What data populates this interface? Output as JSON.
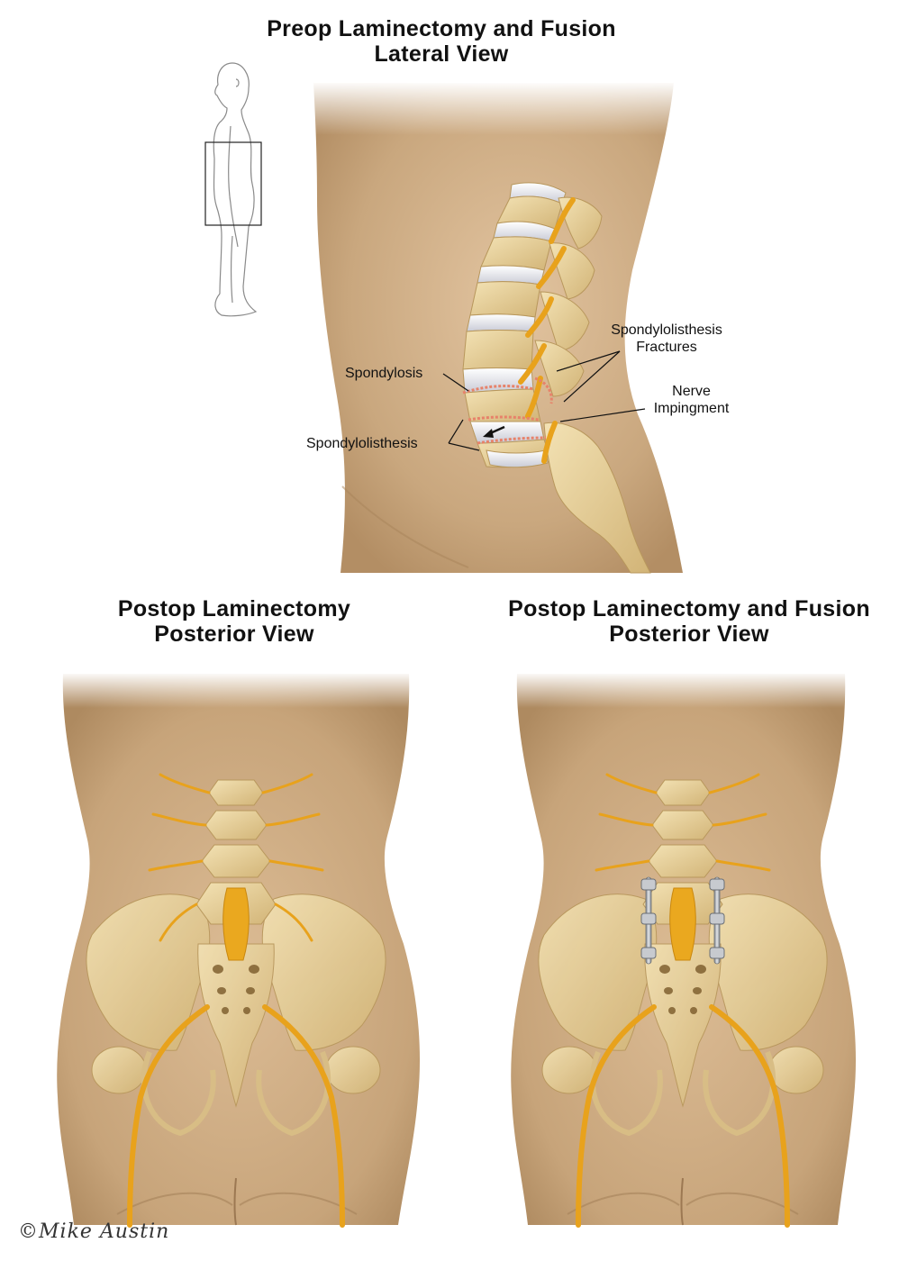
{
  "top_title": {
    "line1": "Preop Laminectomy and Fusion",
    "line2": "Lateral View"
  },
  "left_title": {
    "line1": "Postop Laminectomy",
    "line2": "Posterior View"
  },
  "right_title": {
    "line1": "Postop Laminectomy and Fusion",
    "line2": "Posterior View"
  },
  "labels": {
    "spondylosis": "Spondylosis",
    "spondylolisthesis": "Spondylolisthesis",
    "fractures_line1": "Spondylolisthesis",
    "fractures_line2": "Fractures",
    "nerve_line1": "Nerve",
    "nerve_line2": "Impingment"
  },
  "credit": "©Mike Austin",
  "colors": {
    "skin": "#c9a77e",
    "bone": "#e7cf94",
    "nerve": "#e8a21c",
    "disc": "#e8e8ee",
    "hardware": "#a9adb3",
    "inflamed": "#e7826a"
  }
}
